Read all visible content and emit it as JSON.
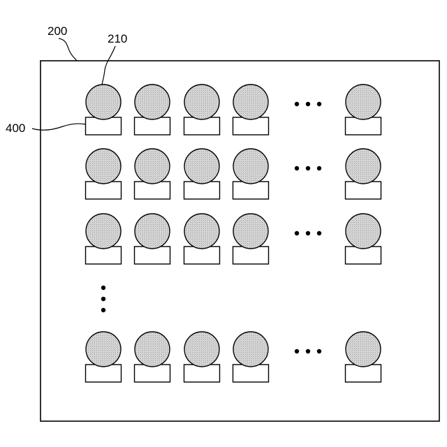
{
  "labels": {
    "substrate": "200",
    "element": "210",
    "pad": "400"
  },
  "grid": {
    "visible_rows": 4,
    "visible_columns": 5,
    "row_ellipsis_after": 3,
    "column_ellipsis_after": 4
  },
  "colors": {
    "stroke": "#000000",
    "element_fill": "#d6d6d6",
    "pad_fill": "#ffffff",
    "background": "#ffffff"
  }
}
